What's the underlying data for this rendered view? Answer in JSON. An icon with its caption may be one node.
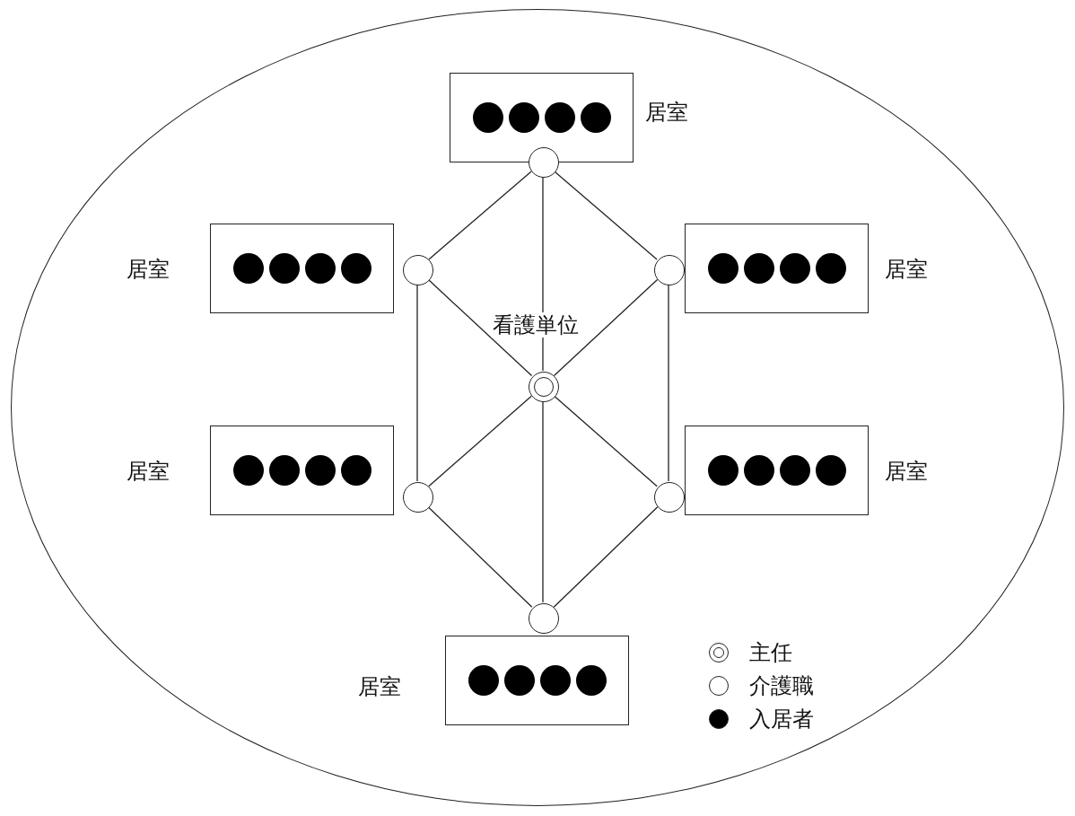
{
  "diagram": {
    "nodes": [
      {
        "text": [
          "看護単位"
        ]
      },
      {
        "text": [],
        "shape": "box",
        "beside": [
          "居室"
        ],
        "in": 0
      },
      {
        "text": [],
        "shape": "circle",
        "in": 1
      },
      {
        "text": [],
        "shape": "circle",
        "in": 1
      },
      {
        "text": [],
        "shape": "circle",
        "in": 1
      },
      {
        "text": [],
        "shape": "circle",
        "in": 1
      },
      {
        "text": [],
        "shape": "circle",
        "in": 0
      },
      {
        "text": [],
        "shape": "box",
        "beside": [
          "居室"
        ],
        "in": 0
      },
      {
        "text": [],
        "shape": "circle",
        "in": 7
      },
      {
        "text": [],
        "shape": "circle",
        "in": 7
      },
      {
        "text": [],
        "shape": "circle",
        "in": 7
      },
      {
        "text": [],
        "shape": "circle",
        "in": 7
      },
      {
        "text": [],
        "shape": "circle",
        "in": 0
      },
      {
        "text": [],
        "shape": "circle",
        "in": 0
      },
      {
        "text": [],
        "shape": "box",
        "beside": [
          "居室"
        ],
        "in": 0
      },
      {
        "text": [],
        "shape": "circle",
        "in": 14
      },
      {
        "text": [],
        "shape": "circle",
        "in": 14
      },
      {
        "text": [],
        "shape": "circle",
        "in": 14
      },
      {
        "text": [],
        "shape": "circle",
        "in": 14
      },
      {
        "text": [],
        "shape": "doublecircle",
        "in": 0
      },
      {
        "text": [],
        "shape": "box",
        "beside": [
          "居室"
        ],
        "in": 0
      },
      {
        "text": [],
        "shape": "circle",
        "in": 20
      },
      {
        "text": [],
        "shape": "circle",
        "in": 20
      },
      {
        "text": [],
        "shape": "circle",
        "in": 20
      },
      {
        "text": [],
        "shape": "circle",
        "in": 20
      },
      {
        "text": [],
        "shape": "circle",
        "in": 0
      },
      {
        "text": [],
        "shape": "circle",
        "in": 0
      },
      {
        "text": [],
        "shape": "box",
        "beside": [
          "居室"
        ],
        "in": 0
      },
      {
        "text": [],
        "shape": "circle",
        "in": 27
      },
      {
        "text": [],
        "shape": "circle",
        "in": 27
      },
      {
        "text": [],
        "shape": "circle",
        "in": 27
      },
      {
        "text": [],
        "shape": "circle",
        "in": 27
      },
      {
        "text": [],
        "shape": "circle",
        "in": 0
      },
      {
        "text": [],
        "shape": "box",
        "beside": [
          "居室"
        ],
        "in": 0
      },
      {
        "text": [],
        "shape": "circle",
        "in": 33
      },
      {
        "text": [],
        "shape": "circle",
        "in": 33
      },
      {
        "text": [],
        "shape": "circle",
        "in": 33
      },
      {
        "text": [],
        "shape": "circle",
        "in": 33
      }
    ],
    "edges": [
      {
        "from": 6,
        "to": 12,
        "arrow": "none"
      },
      {
        "from": 6,
        "to": 13,
        "arrow": "none"
      },
      {
        "from": 6,
        "to": 19,
        "arrow": "none"
      },
      {
        "from": 12,
        "to": 19,
        "arrow": "none"
      },
      {
        "from": 13,
        "to": 19,
        "arrow": "none"
      },
      {
        "from": 12,
        "to": 25,
        "arrow": "none"
      },
      {
        "from": 13,
        "to": 26,
        "arrow": "none"
      },
      {
        "from": 19,
        "to": 25,
        "arrow": "none"
      },
      {
        "from": 19,
        "to": 26,
        "arrow": "none"
      },
      {
        "from": 19,
        "to": 32,
        "arrow": "none"
      },
      {
        "from": 25,
        "to": 32,
        "arrow": "none"
      },
      {
        "from": 26,
        "to": 32,
        "arrow": "none"
      }
    ],
    "legend": [
      {
        "text": "主任"
      },
      {
        "text": "介護職"
      },
      {
        "text": "入居者"
      }
    ]
  }
}
